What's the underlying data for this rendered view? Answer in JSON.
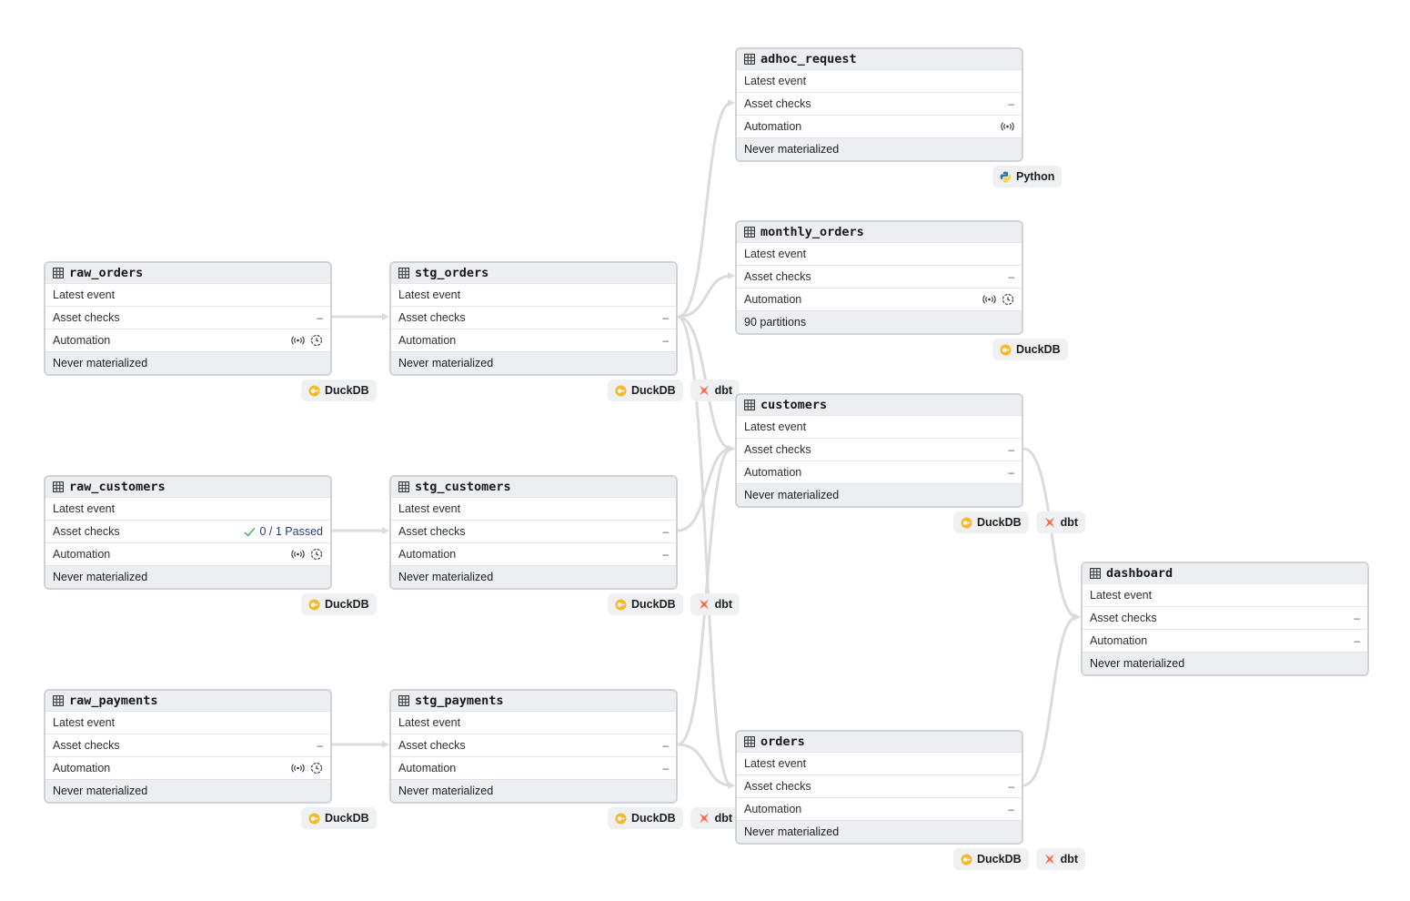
{
  "labels": {
    "latest_event": "Latest event",
    "asset_checks": "Asset checks",
    "automation": "Automation",
    "dash": "–"
  },
  "colors": {
    "edge": "#d9dbe0",
    "duckdb": "#f5b92b",
    "dbt": "#ff694a",
    "python_blue": "#3776ab",
    "python_yellow": "#ffd43b",
    "passed_check": "#3aa76d"
  },
  "nodes": [
    {
      "id": "raw_orders",
      "name": "raw_orders",
      "checks": "–",
      "automation_icons": [
        "sensor-icon",
        "schedule-icon"
      ],
      "footer": "Never materialized",
      "tags": [
        "DuckDB"
      ]
    },
    {
      "id": "raw_customers",
      "name": "raw_customers",
      "checks": "0 / 1 Passed",
      "checks_passed": true,
      "automation_icons": [
        "sensor-icon",
        "schedule-icon"
      ],
      "footer": "Never materialized",
      "tags": [
        "DuckDB"
      ]
    },
    {
      "id": "raw_payments",
      "name": "raw_payments",
      "checks": "–",
      "automation_icons": [
        "sensor-icon",
        "schedule-icon"
      ],
      "footer": "Never materialized",
      "tags": [
        "DuckDB"
      ]
    },
    {
      "id": "stg_orders",
      "name": "stg_orders",
      "checks": "–",
      "automation": "–",
      "footer": "Never materialized",
      "tags": [
        "DuckDB",
        "dbt"
      ]
    },
    {
      "id": "stg_customers",
      "name": "stg_customers",
      "checks": "–",
      "automation": "–",
      "footer": "Never materialized",
      "tags": [
        "DuckDB",
        "dbt"
      ]
    },
    {
      "id": "stg_payments",
      "name": "stg_payments",
      "checks": "–",
      "automation": "–",
      "footer": "Never materialized",
      "tags": [
        "DuckDB",
        "dbt"
      ]
    },
    {
      "id": "adhoc_request",
      "name": "adhoc_request",
      "checks": "–",
      "automation_icons": [
        "sensor-icon"
      ],
      "footer": "Never materialized",
      "tags": [
        "Python"
      ]
    },
    {
      "id": "monthly_orders",
      "name": "monthly_orders",
      "checks": "–",
      "automation_icons": [
        "sensor-icon",
        "schedule-icon"
      ],
      "footer": "90 partitions",
      "tags": [
        "DuckDB"
      ]
    },
    {
      "id": "customers",
      "name": "customers",
      "checks": "–",
      "automation": "–",
      "footer": "Never materialized",
      "tags": [
        "DuckDB",
        "dbt"
      ]
    },
    {
      "id": "orders",
      "name": "orders",
      "checks": "–",
      "automation": "–",
      "footer": "Never materialized",
      "tags": [
        "DuckDB",
        "dbt"
      ]
    },
    {
      "id": "dashboard",
      "name": "dashboard",
      "checks": "–",
      "automation": "–",
      "footer": "Never materialized",
      "tags": []
    }
  ],
  "edges": [
    [
      "raw_orders",
      "stg_orders"
    ],
    [
      "raw_customers",
      "stg_customers"
    ],
    [
      "raw_payments",
      "stg_payments"
    ],
    [
      "stg_orders",
      "adhoc_request"
    ],
    [
      "stg_orders",
      "monthly_orders"
    ],
    [
      "stg_orders",
      "customers"
    ],
    [
      "stg_orders",
      "orders"
    ],
    [
      "stg_customers",
      "customers"
    ],
    [
      "stg_payments",
      "customers"
    ],
    [
      "stg_payments",
      "orders"
    ],
    [
      "customers",
      "dashboard"
    ],
    [
      "orders",
      "dashboard"
    ]
  ]
}
